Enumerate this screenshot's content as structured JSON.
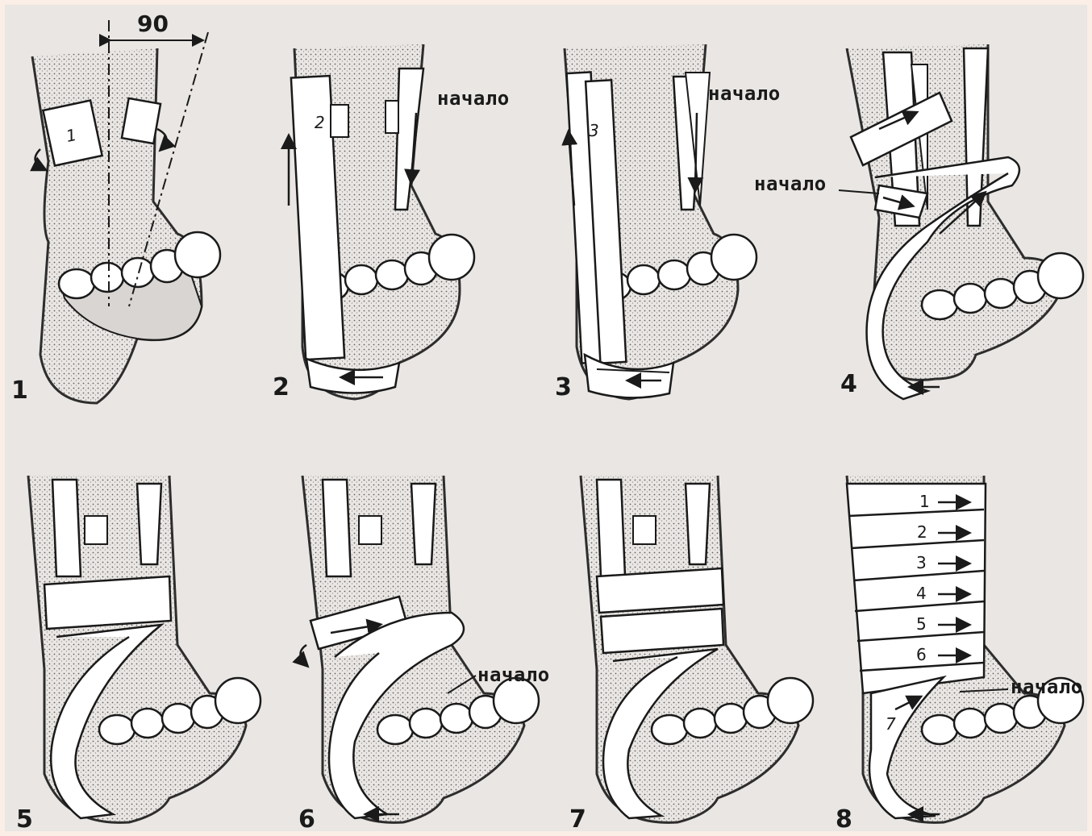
{
  "angle_label": "90",
  "start_label": "начало",
  "panels": [
    {
      "number": "1"
    },
    {
      "number": "2",
      "tape_label": "2"
    },
    {
      "number": "3",
      "tape_label": "3"
    },
    {
      "number": "4"
    },
    {
      "number": "5"
    },
    {
      "number": "6"
    },
    {
      "number": "7"
    },
    {
      "number": "8",
      "wrap_labels": [
        "1",
        "2",
        "3",
        "4",
        "5",
        "6",
        "7"
      ]
    }
  ],
  "colors": {
    "ink": "#1a1a1a",
    "paper": "#e9e6e3",
    "border": "#fbeee6"
  }
}
